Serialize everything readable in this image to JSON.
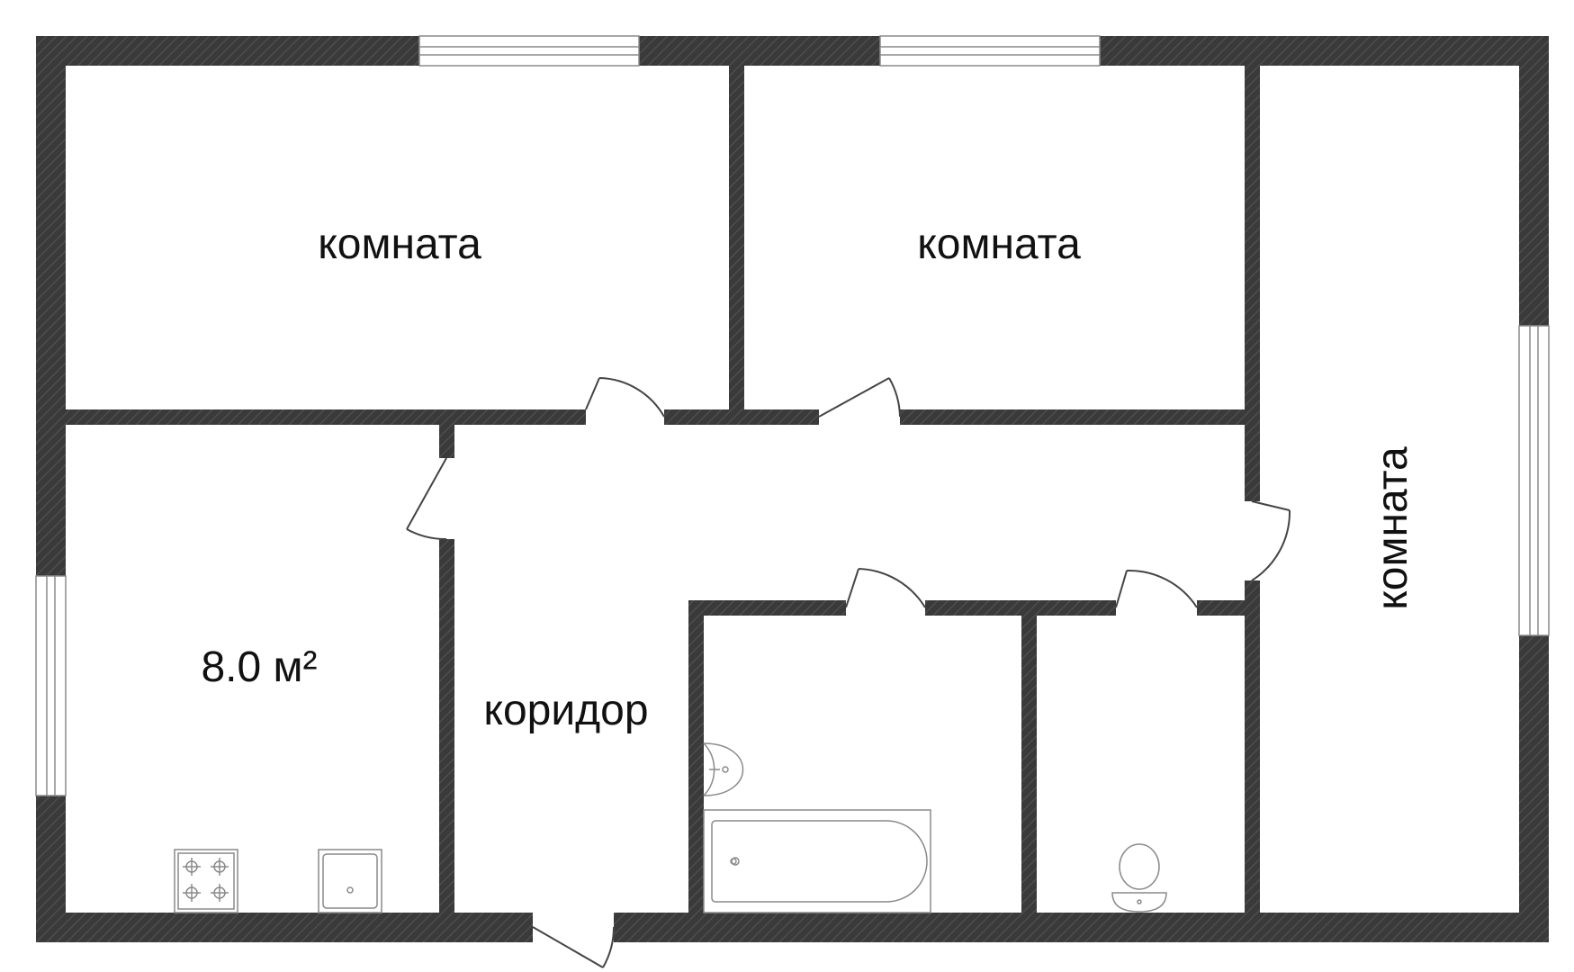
{
  "rooms": {
    "room_top_left": {
      "label": "комната"
    },
    "room_top_middle": {
      "label": "комната"
    },
    "room_right": {
      "label": "комната"
    },
    "kitchen": {
      "area": "8.0 м²"
    },
    "corridor": {
      "label": "коридор"
    }
  },
  "colors": {
    "wall": "#3a3a3a",
    "wall_hatch": "#4a4a4a",
    "floor": "#ffffff",
    "fixture_stroke": "#8a8a8a",
    "label_text": "#111111"
  },
  "icons": [
    "window-icon",
    "door-icon",
    "stove-icon",
    "kitchen-sink-icon",
    "washbasin-icon",
    "bathtub-icon",
    "toilet-icon"
  ]
}
